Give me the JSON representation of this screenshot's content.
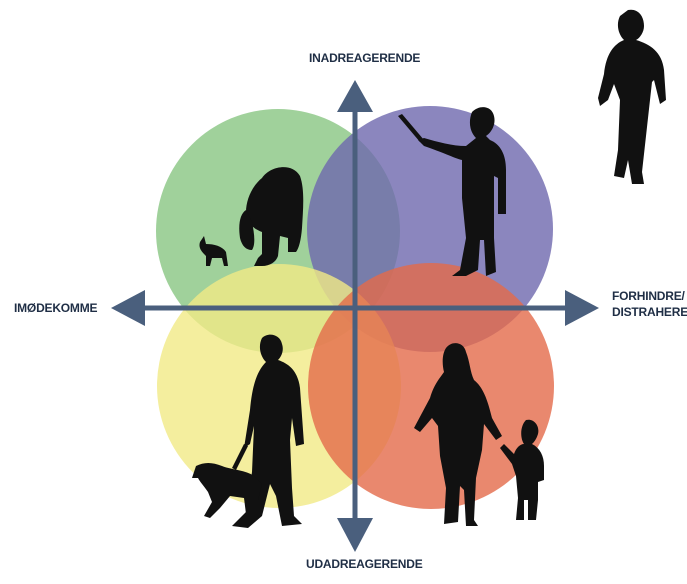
{
  "diagram": {
    "labels": {
      "top": "INADREAGERENDE",
      "bottom": "UDADREAGERENDE",
      "left": "IMØDEKOMME",
      "right_line1": "FORHINDRE/",
      "right_line2": "DISTRAHERE"
    },
    "quadrant_colors": {
      "top_left": "#8fc98a",
      "top_right": "#7f79b8",
      "bottom_left": "#f3ec93",
      "bottom_right": "#e8785a",
      "axis": "#4a5f7d",
      "silhouette": "#111111"
    },
    "figures": [
      {
        "quadrant": "top-left",
        "icon": "woman-bending-with-cat-icon"
      },
      {
        "quadrant": "top-right",
        "icon": "man-pointing-with-stick-icon"
      },
      {
        "quadrant": "bottom-left",
        "icon": "man-walking-dog-icon"
      },
      {
        "quadrant": "bottom-right",
        "icon": "woman-holding-child-hand-icon"
      },
      {
        "quadrant": "outside-top-right",
        "icon": "man-walking-icon"
      }
    ]
  }
}
